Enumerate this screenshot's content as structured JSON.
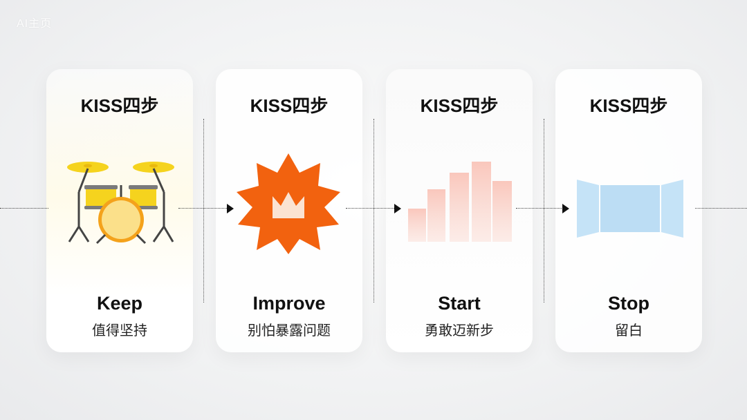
{
  "watermark": "AI主页",
  "steps": [
    {
      "title": "KISS四步",
      "name": "Keep",
      "subtitle": "值得坚持",
      "icon": "drum-kit-icon"
    },
    {
      "title": "KISS四步",
      "name": "Improve",
      "subtitle": "别怕暴露问题",
      "icon": "crown-badge-icon"
    },
    {
      "title": "KISS四步",
      "name": "Start",
      "subtitle": "勇敢迈新步",
      "icon": "bar-chart-icon"
    },
    {
      "title": "KISS四步",
      "name": "Stop",
      "subtitle": "留白",
      "icon": "panorama-icon"
    }
  ],
  "colors": {
    "drum_yellow": "#F5D31E",
    "drum_orange": "#F4A21B",
    "badge_orange": "#F2620F",
    "chart_pink": "#F9C1B5",
    "panorama_blue": "#BFE0F6"
  }
}
